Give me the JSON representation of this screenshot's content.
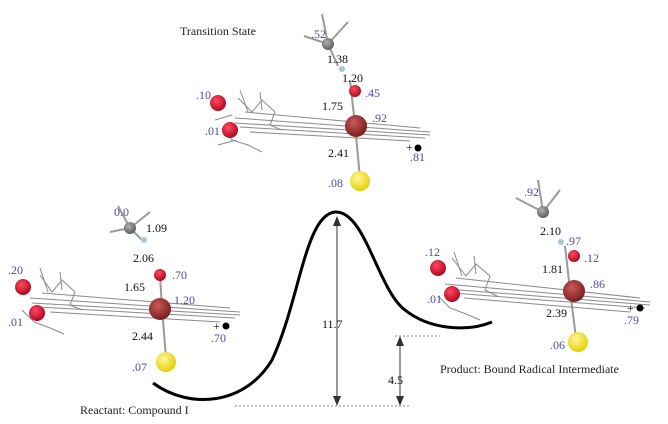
{
  "labels": {
    "transition_state": "Transition State",
    "reactant": "Reactant: Compound I",
    "product": "Product: Bound Radical Intermediate",
    "barrier": "11.7",
    "product_energy": "4.5"
  },
  "transition_state": {
    "spin_c": ".52",
    "bond_ch": "1.38",
    "bond_oh": "1.20",
    "spin_o": ".45",
    "bond_feo": "1.75",
    "spin_fe": ".92",
    "spin_o_left_top": ".10",
    "spin_o_left_bottom": ".01",
    "bond_fes": "2.41",
    "spin_s": ".08",
    "spin_dot": ".81"
  },
  "reactant": {
    "spin_c": "0.0",
    "bond_ch": "1.09",
    "bond_oh": "2.06",
    "spin_o": ".70",
    "bond_feo": "1.65",
    "spin_fe": "1.20",
    "spin_o_left_top": ".20",
    "spin_o_left_bottom": ".01",
    "bond_fes": "2.44",
    "spin_s": ".07",
    "spin_dot": ".70"
  },
  "product": {
    "spin_c": ".92",
    "bond_ch": "2.10",
    "spin_h": ".97",
    "spin_o": ".12",
    "bond_feo": "1.81",
    "spin_fe": ".86",
    "spin_o_left_top": ".12",
    "spin_o_left_bottom": ".01",
    "bond_fes": "2.39",
    "spin_s": ".06",
    "spin_dot": ".79"
  },
  "colors": {
    "iron": "#9b2b2b",
    "oxygen": "#d0102c",
    "sulfur": "#f2e41a",
    "carbon": "#7a7a7a",
    "hydrogen": "#a9c7d9",
    "spin_text": "#4a4aa8"
  }
}
